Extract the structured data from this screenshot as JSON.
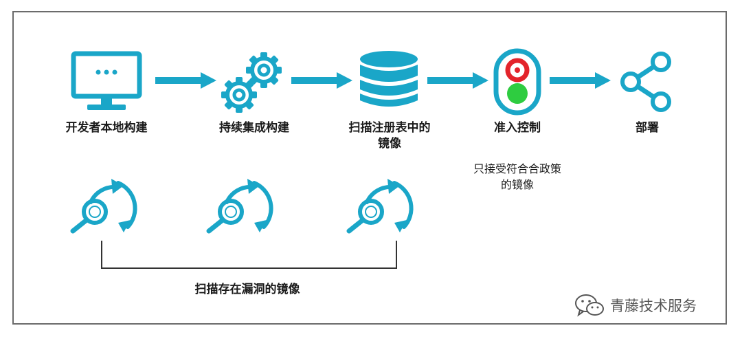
{
  "colors": {
    "primary": "#1aa6c8",
    "red": "#e3242b",
    "green": "#2ecc40",
    "frame": "#6b6b6b"
  },
  "steps": [
    {
      "id": "local-build",
      "label": "开发者本地构建",
      "icon": "desktop-monitor-icon"
    },
    {
      "id": "ci-build",
      "label": "持续集成构建",
      "icon": "gears-icon"
    },
    {
      "id": "registry",
      "label_line1": "扫描注册表中的",
      "label_line2": "镜像",
      "icon": "database-icon"
    },
    {
      "id": "admission",
      "label": "准入控制",
      "icon": "traffic-light-icon",
      "note_line1": "只接受符合合政策",
      "note_line2": "的镜像"
    },
    {
      "id": "deploy",
      "label": "部署",
      "icon": "share-icon"
    }
  ],
  "scan": {
    "label": "扫描存在漏洞的镜像",
    "icon": "scan-cycle-icon"
  },
  "watermark": {
    "text": "青藤技术服务",
    "icon": "wechat-icon"
  }
}
